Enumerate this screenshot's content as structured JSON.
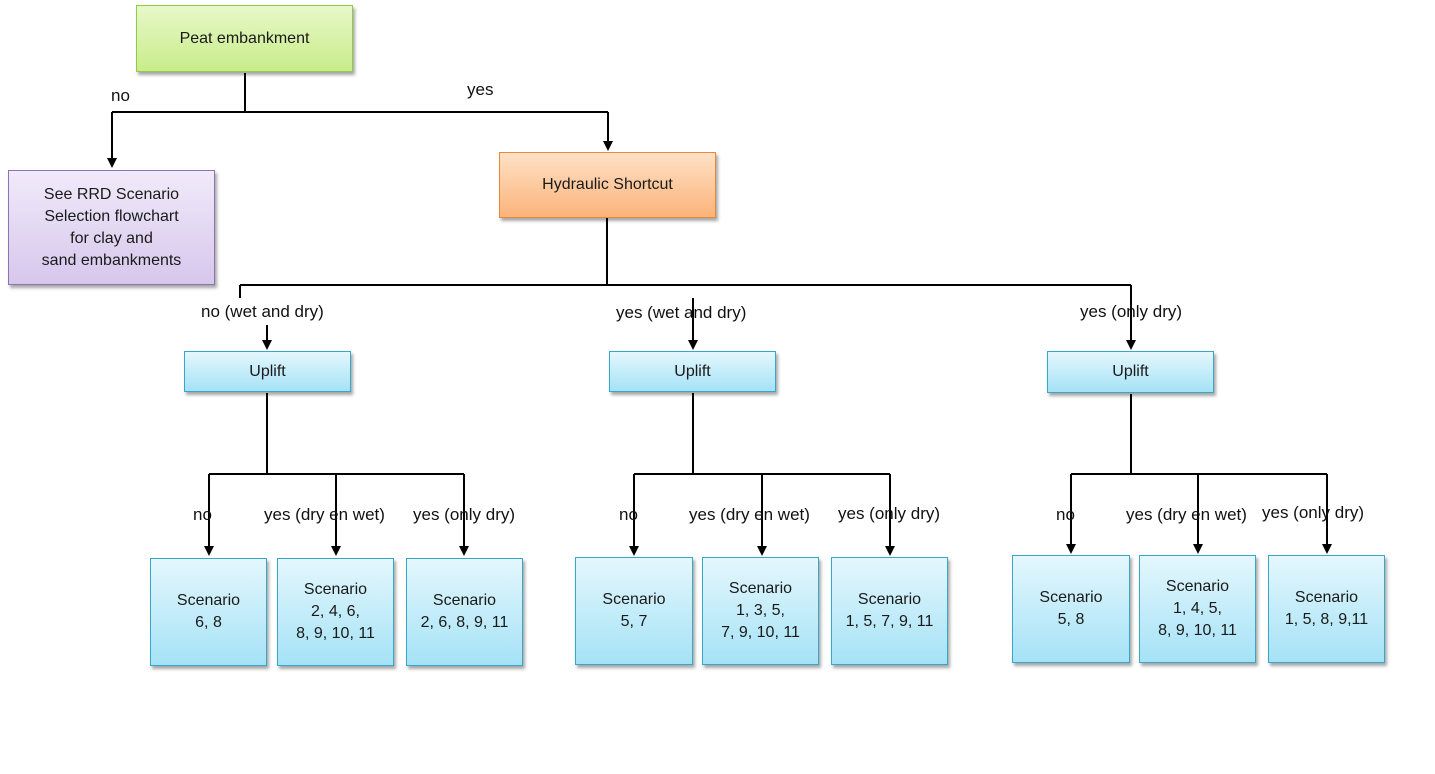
{
  "nodes": {
    "peat": "Peat embankment",
    "rrd": "See RRD Scenario\nSelection flowchart\nfor clay and\nsand embankments",
    "hydraulic": "Hydraulic Shortcut",
    "uplift_left": "Uplift",
    "uplift_mid": "Uplift",
    "uplift_right": "Uplift",
    "sc_l1": "Scenario\n6, 8",
    "sc_l2": "Scenario\n2, 4, 6,\n8, 9, 10, 11",
    "sc_l3": "Scenario\n2, 6, 8, 9, 11",
    "sc_m1": "Scenario\n5, 7",
    "sc_m2": "Scenario\n1, 3, 5,\n7, 9, 10, 11",
    "sc_m3": "Scenario\n1, 5, 7, 9, 11",
    "sc_r1": "Scenario\n5, 8",
    "sc_r2": "Scenario\n1, 4, 5,\n8, 9, 10, 11",
    "sc_r3": "Scenario\n1, 5, 8, 9,11"
  },
  "labels": {
    "no_top": "no",
    "yes_top": "yes",
    "hs_no": "no (wet and dry)",
    "hs_yes_wet_dry": "yes (wet and dry)",
    "hs_yes_only_dry": "yes (only dry)",
    "l_no": "no",
    "l_yes_dry_wet": "yes (dry en wet)",
    "l_yes_only_dry": "yes (only dry)",
    "m_no": "no",
    "m_yes_dry_wet": "yes (dry en wet)",
    "m_yes_only_dry": "yes (only dry)",
    "r_no": "no",
    "r_yes_dry_wet": "yes (dry en wet)",
    "r_yes_only_dry": "yes (only dry)"
  }
}
